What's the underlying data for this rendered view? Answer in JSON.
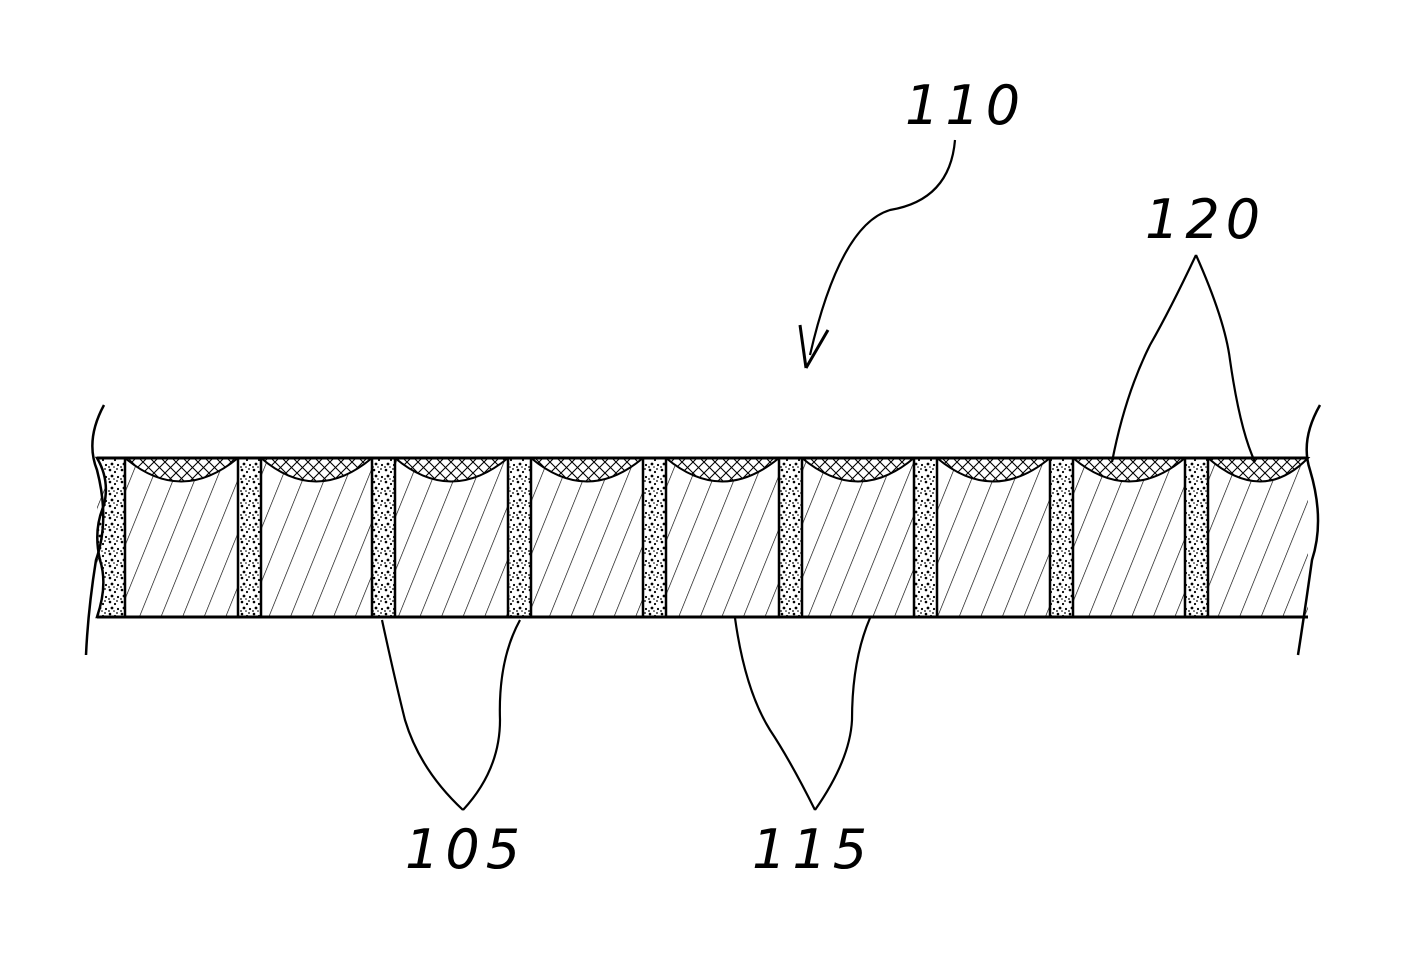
{
  "figure": {
    "colors": {
      "ink": "#000000",
      "background": "#ffffff"
    },
    "labels": {
      "assembly": "110",
      "cover_segments": "120",
      "dividers": "105",
      "cells": "115"
    },
    "structure": {
      "divider_count": 9,
      "cell_count": 9,
      "cover_segment_count": 9,
      "cell_fill": "diagonal-hatch",
      "divider_fill": "stipple",
      "cover_fill": "cross-hatch"
    }
  }
}
